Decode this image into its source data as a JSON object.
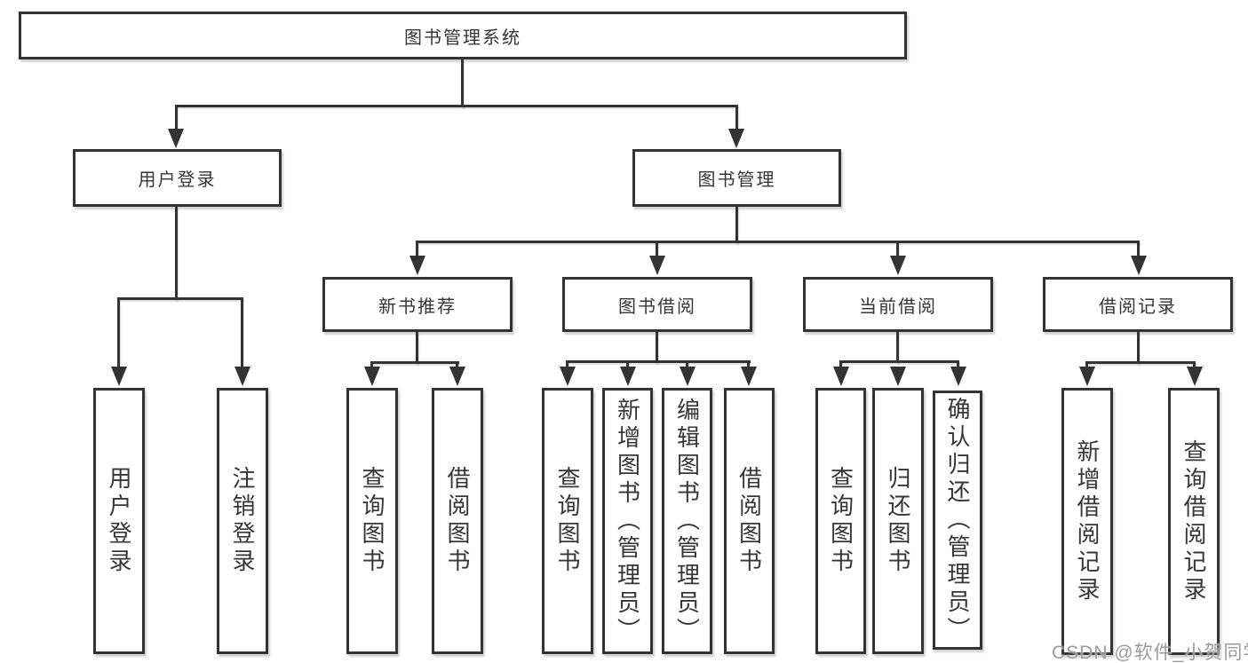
{
  "diagram": {
    "root": "图书管理系统",
    "branches": [
      {
        "label": "用户登录",
        "leaves": [
          "用户登录",
          "注销登录"
        ]
      },
      {
        "label": "图书管理",
        "sections": [
          {
            "label": "新书推荐",
            "leaves": [
              "查询图书",
              "借阅图书"
            ]
          },
          {
            "label": "图书借阅",
            "leaves": [
              "查询图书",
              "新增图书（管理员）",
              "编辑图书（管理员）",
              "借阅图书"
            ]
          },
          {
            "label": "当前借阅",
            "leaves": [
              "查询图书",
              "归还图书",
              "确认归还（管理员）"
            ]
          },
          {
            "label": "借阅记录",
            "leaves": [
              "新增借阅记录",
              "查询借阅记录"
            ]
          }
        ]
      }
    ]
  },
  "watermark": "CSDN @软件_小贺同学",
  "colors": {
    "line": "#333333",
    "text": "#363636",
    "watermark": "#9b9b9b",
    "background": "#ffffff"
  }
}
